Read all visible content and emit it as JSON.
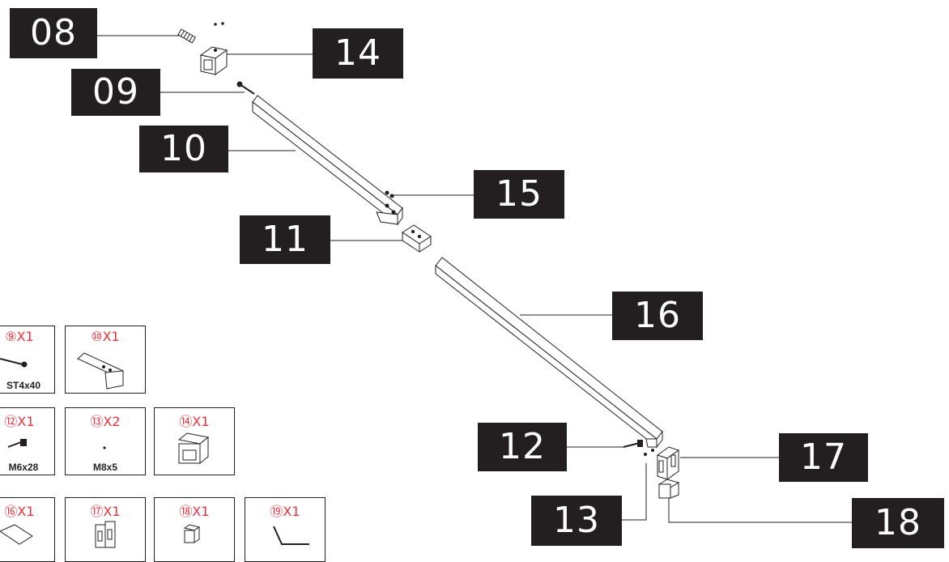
{
  "diagram": {
    "callouts": {
      "c08": "08",
      "c09": "09",
      "c10": "10",
      "c11": "11",
      "c12": "12",
      "c13": "13",
      "c14": "14",
      "c15": "15",
      "c16": "16",
      "c17": "17",
      "c18": "18"
    },
    "parts": {
      "p09": {
        "qty": "⑨X1",
        "spec": "ST4x40"
      },
      "p10": {
        "qty": "⑩X1"
      },
      "p12": {
        "qty": "⑫X1",
        "spec": "M6x28"
      },
      "p13": {
        "qty": "⑬X2",
        "spec": "M8x5"
      },
      "p14": {
        "qty": "⑭X1"
      },
      "p16": {
        "qty": "⑯X1"
      },
      "p17": {
        "qty": "⑰X1"
      },
      "p18": {
        "qty": "⑱X1"
      },
      "p19": {
        "qty": "⑲X1"
      }
    },
    "colors": {
      "callout_bg": "#231f20",
      "callout_text": "#ffffff",
      "qty_text": "#e8323c",
      "line": "#231f20"
    }
  }
}
